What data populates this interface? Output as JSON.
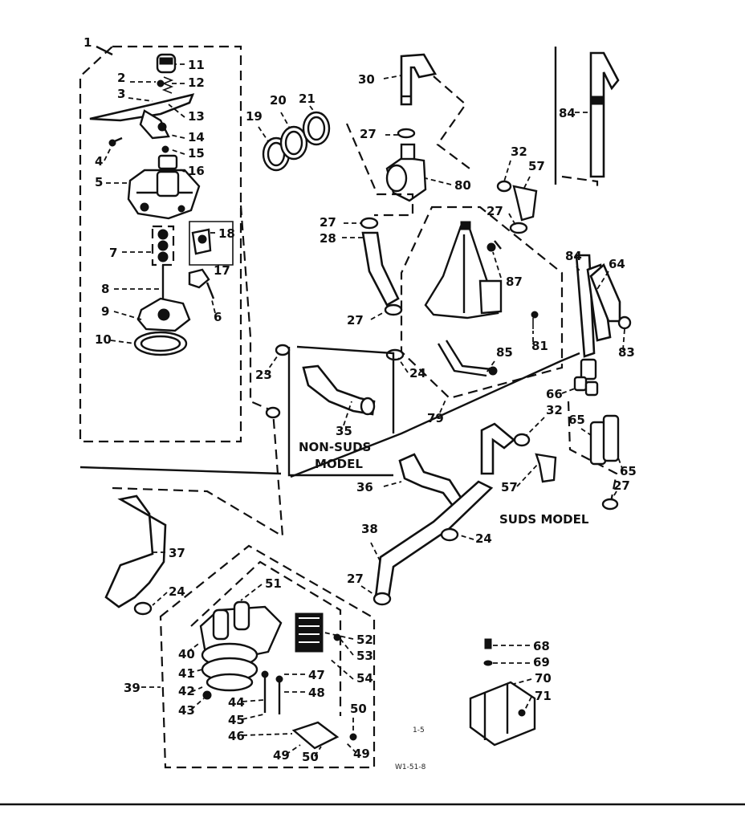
{
  "diagram": {
    "drawing_code": "W1-51-8",
    "mark": "1-5",
    "callouts": [
      {
        "id": "c1",
        "text": "1"
      },
      {
        "id": "c2",
        "text": "2"
      },
      {
        "id": "c3",
        "text": "3"
      },
      {
        "id": "c4",
        "text": "4"
      },
      {
        "id": "c5",
        "text": "5"
      },
      {
        "id": "c6",
        "text": "6"
      },
      {
        "id": "c7",
        "text": "7"
      },
      {
        "id": "c8",
        "text": "8"
      },
      {
        "id": "c9",
        "text": "9"
      },
      {
        "id": "c10",
        "text": "10"
      },
      {
        "id": "c11",
        "text": "11"
      },
      {
        "id": "c12",
        "text": "12"
      },
      {
        "id": "c13",
        "text": "13"
      },
      {
        "id": "c14",
        "text": "14"
      },
      {
        "id": "c15",
        "text": "15"
      },
      {
        "id": "c16",
        "text": "16"
      },
      {
        "id": "c17",
        "text": "17"
      },
      {
        "id": "c18",
        "text": "18"
      },
      {
        "id": "c19",
        "text": "19"
      },
      {
        "id": "c20",
        "text": "20"
      },
      {
        "id": "c21",
        "text": "21"
      },
      {
        "id": "c23",
        "text": "23"
      },
      {
        "id": "c24a",
        "text": "24"
      },
      {
        "id": "c24b",
        "text": "24"
      },
      {
        "id": "c24c",
        "text": "24"
      },
      {
        "id": "c27a",
        "text": "27"
      },
      {
        "id": "c27b",
        "text": "27"
      },
      {
        "id": "c27c",
        "text": "27"
      },
      {
        "id": "c27d",
        "text": "27"
      },
      {
        "id": "c27e",
        "text": "27"
      },
      {
        "id": "c27f",
        "text": "27"
      },
      {
        "id": "c28",
        "text": "28"
      },
      {
        "id": "c30",
        "text": "30"
      },
      {
        "id": "c32a",
        "text": "32"
      },
      {
        "id": "c32b",
        "text": "32"
      },
      {
        "id": "c35",
        "text": "35"
      },
      {
        "id": "c36",
        "text": "36"
      },
      {
        "id": "c37",
        "text": "37"
      },
      {
        "id": "c38",
        "text": "38"
      },
      {
        "id": "c39",
        "text": "39"
      },
      {
        "id": "c40",
        "text": "40"
      },
      {
        "id": "c41",
        "text": "41"
      },
      {
        "id": "c42",
        "text": "42"
      },
      {
        "id": "c43",
        "text": "43"
      },
      {
        "id": "c44",
        "text": "44"
      },
      {
        "id": "c45",
        "text": "45"
      },
      {
        "id": "c46",
        "text": "46"
      },
      {
        "id": "c47",
        "text": "47"
      },
      {
        "id": "c48",
        "text": "48"
      },
      {
        "id": "c49a",
        "text": "49"
      },
      {
        "id": "c49b",
        "text": "49"
      },
      {
        "id": "c50a",
        "text": "50"
      },
      {
        "id": "c50b",
        "text": "50"
      },
      {
        "id": "c51",
        "text": "51"
      },
      {
        "id": "c52",
        "text": "52"
      },
      {
        "id": "c53",
        "text": "53"
      },
      {
        "id": "c54",
        "text": "54"
      },
      {
        "id": "c57a",
        "text": "57"
      },
      {
        "id": "c57b",
        "text": "57"
      },
      {
        "id": "c64",
        "text": "64"
      },
      {
        "id": "c65a",
        "text": "65"
      },
      {
        "id": "c65b",
        "text": "65"
      },
      {
        "id": "c66",
        "text": "66"
      },
      {
        "id": "c68",
        "text": "68"
      },
      {
        "id": "c69",
        "text": "69"
      },
      {
        "id": "c70",
        "text": "70"
      },
      {
        "id": "c71",
        "text": "71"
      },
      {
        "id": "c79",
        "text": "79"
      },
      {
        "id": "c80",
        "text": "80"
      },
      {
        "id": "c81",
        "text": "81"
      },
      {
        "id": "c83",
        "text": "83"
      },
      {
        "id": "c84a",
        "text": "84"
      },
      {
        "id": "c84b",
        "text": "84"
      },
      {
        "id": "c85",
        "text": "85"
      },
      {
        "id": "c87",
        "text": "87"
      }
    ],
    "model_labels": {
      "non_suds_line1": "NON-SUDS",
      "non_suds_line2": "MODEL",
      "suds": "SUDS MODEL"
    }
  }
}
